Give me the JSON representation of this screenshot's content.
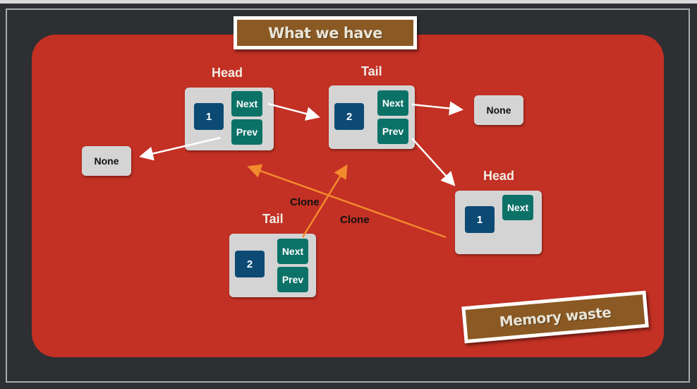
{
  "banners": {
    "top": "What we have",
    "bottom": "Memory waste"
  },
  "labels": {
    "head_1": "Head",
    "tail_1": "Tail",
    "head_2": "Head",
    "tail_2": "Tail",
    "clone_a": "Clone",
    "clone_b": "Clone"
  },
  "nodes": {
    "head": {
      "value": "1",
      "next": "Next",
      "prev": "Prev"
    },
    "tail": {
      "value": "2",
      "next": "Next",
      "prev": "Prev"
    },
    "clone_head": {
      "value": "1",
      "next": "Next"
    },
    "clone_tail": {
      "value": "2",
      "next": "Next",
      "prev": "Prev"
    }
  },
  "none_left": "None",
  "none_right": "None",
  "colors": {
    "background": "#2d2f33",
    "panel": "#c33024",
    "banner": "#8b5a24",
    "value_box": "#0c4a74",
    "pointer_box": "#0c7268",
    "node": "#d4d4d4",
    "arrow_white": "#ffffff",
    "arrow_orange": "#f28a2e"
  }
}
